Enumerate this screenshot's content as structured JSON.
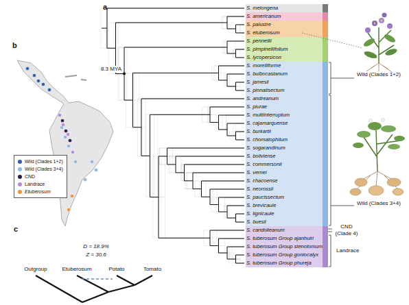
{
  "diagram": {
    "labels": [
      "a",
      "b",
      "c",
      "8.3 MYA",
      "S. melongena",
      "S. americanum",
      "S. palustre",
      "S. etuberosum",
      "S. pennellii",
      "S. pimpinellifolium",
      "S. lycopersicon",
      "S. morelliforme",
      "S. bulbocastanum",
      "S. jamesii",
      "S. pinnatisectum",
      "S. andreanum",
      "S. piurae",
      "S. multiinterruptum",
      "S. cajamarquense",
      "S. burkartii",
      "S. chomatophilum",
      "S. sogarandinum",
      "S. boliviense",
      "S. commersonii",
      "S. vernei",
      "S. chacoense",
      "S. neorossii",
      "S. paucissectum",
      "S. brevicaule",
      "S. lignicaule",
      "S. buesii",
      "S. candolleanum",
      "S. tuberosum Group ajanhuiri",
      "S. tuberosum Group stenotomum",
      "S. tuberosum Group goniocalyx",
      "S. tuberosum Group phureja",
      "Wild (Clades 1+2)",
      "Wild (Clades 3+4)",
      "CND (Clade 4)",
      "Landrace",
      "Outgroup",
      "Etuberosum",
      "Potato",
      "Tomato",
      "D = 18.9%",
      "Z = 30.6"
    ],
    "legend": [
      {
        "text": "Wild (Clades 1+2)",
        "color": "#2f5fa8"
      },
      {
        "text": "Wild (Clades 3+4)",
        "color": "#8fb8e0"
      },
      {
        "text": "CND",
        "color": "#2b1a4a"
      },
      {
        "text": "Landrace",
        "color": "#b48ad6"
      },
      {
        "text": "Etuberosum",
        "color": "#e8963a"
      }
    ]
  }
}
